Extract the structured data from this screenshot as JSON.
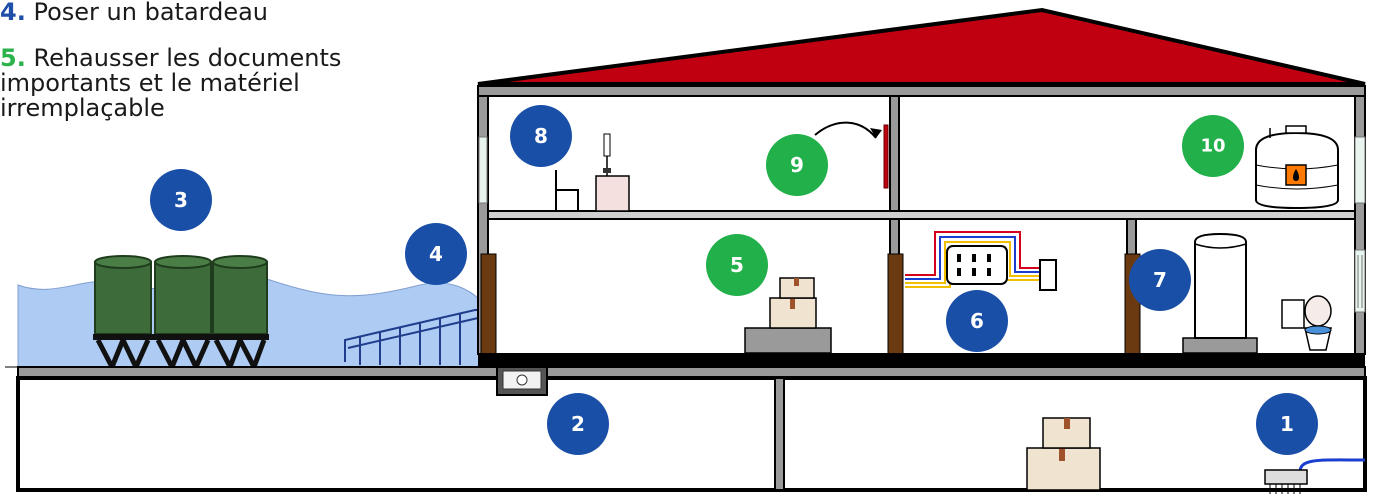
{
  "captions": [
    {
      "number": "4.",
      "text": "Poser un batardeau",
      "number_color": "#1f4fa8"
    },
    {
      "number": "5.",
      "text": "Rehausser les documents",
      "line2": "importants et le matériel",
      "line3": "irremplaçable",
      "number_color": "#2bb24a"
    }
  ],
  "badges": [
    {
      "label": "1",
      "color": "#1a4fa8"
    },
    {
      "label": "2",
      "color": "#1a4fa8"
    },
    {
      "label": "3",
      "color": "#1a4fa8"
    },
    {
      "label": "4",
      "color": "#1a4fa8"
    },
    {
      "label": "5",
      "color": "#22b04b"
    },
    {
      "label": "6",
      "color": "#1a4fa8"
    },
    {
      "label": "7",
      "color": "#1a4fa8"
    },
    {
      "label": "8",
      "color": "#1a4fa8"
    },
    {
      "label": "9",
      "color": "#22b04b"
    },
    {
      "label": "10",
      "color": "#22b04b"
    }
  ],
  "colors": {
    "roof": "#c00010",
    "water": "#9fc3f2",
    "tank": "#3d6b3a",
    "wall": "#9a9a9a",
    "floor": "#000000",
    "wood_post": "#6b3a10",
    "barrier": "#ff7a00",
    "box": "#f0e3d0",
    "tape": "#a0522d",
    "stand": "#999999"
  },
  "icons": [
    "stacked-boxes-icon",
    "water-heater-icon",
    "toilet-icon",
    "fuel-tank-icon",
    "electrical-panel-icon",
    "sump-pump-icon",
    "chair-icon",
    "lamp-icon",
    "ramp-icon"
  ]
}
